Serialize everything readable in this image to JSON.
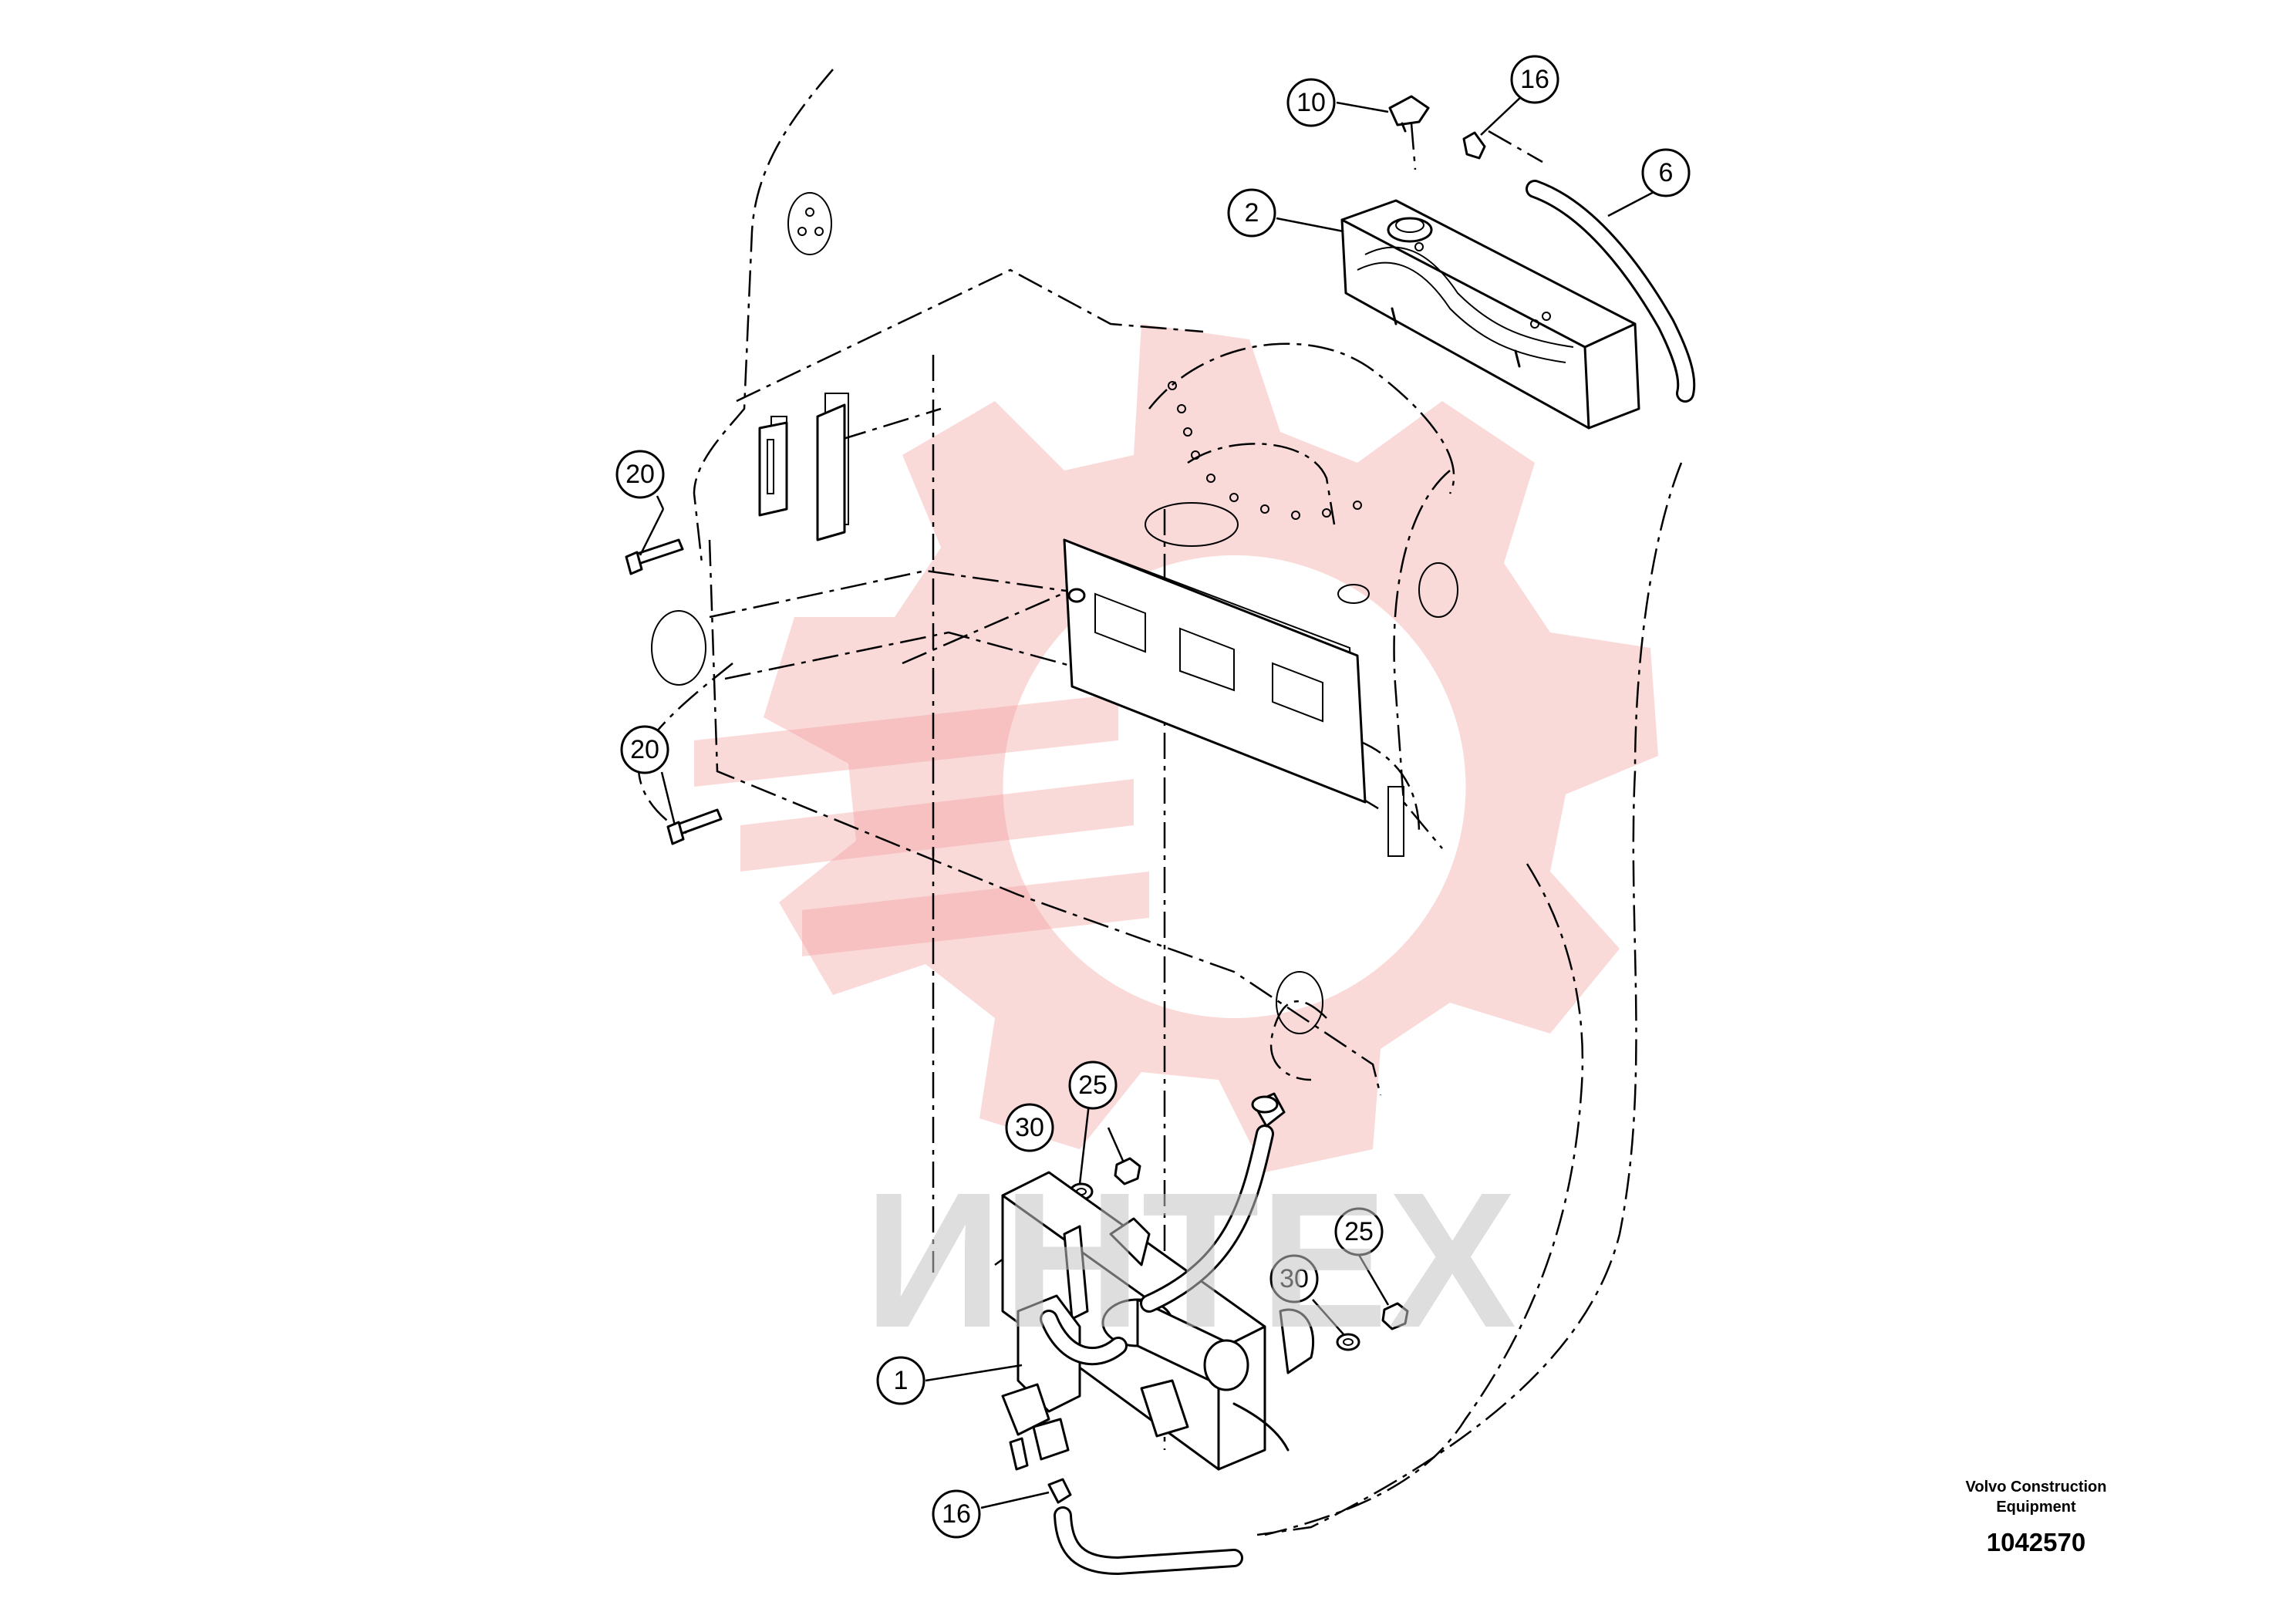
{
  "watermark": {
    "text": "ИНТЕХ",
    "gear_color": "#f29a9a"
  },
  "callouts": {
    "c1": "1",
    "c2": "2",
    "c6": "6",
    "c10": "10",
    "c16_top": "16",
    "c16_bottom": "16",
    "c20_upper": "20",
    "c20_lower": "20",
    "c25_left": "25",
    "c25_right": "25",
    "c30_left": "30",
    "c30_right": "30"
  },
  "title_block": {
    "company_line1": "Volvo Construction",
    "company_line2": "Equipment",
    "drawing_number": "1042570"
  }
}
